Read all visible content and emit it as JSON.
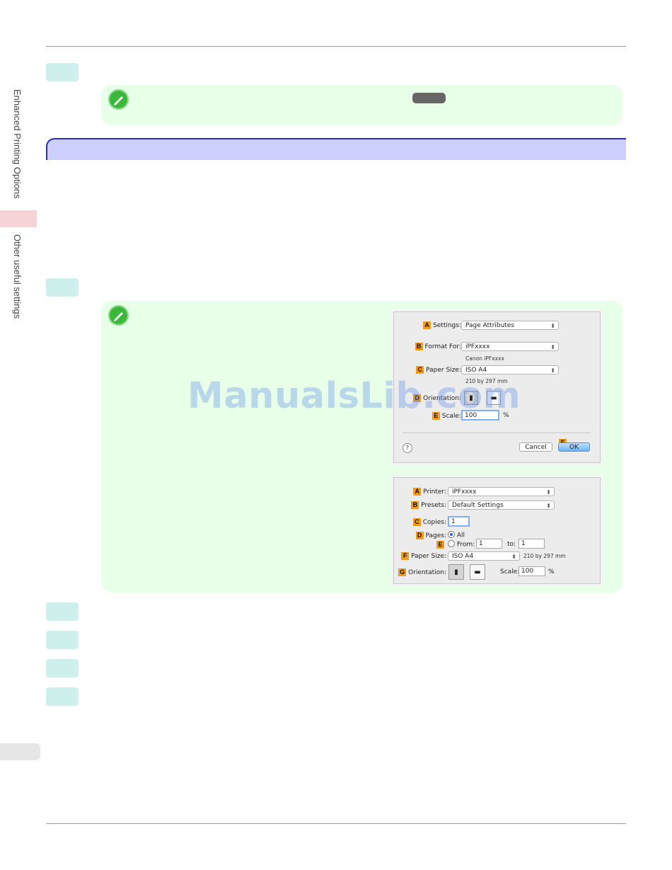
{
  "sidebar": {
    "chapter_label": "Enhanced Printing Options",
    "section_label": "Other useful settings"
  },
  "watermark": "ManualsLib.com",
  "page_setup_dialog": {
    "settings": {
      "tag": "A",
      "label": "Settings:",
      "value": "Page Attributes"
    },
    "format_for": {
      "tag": "B",
      "label": "Format For:",
      "value": "iPFxxxx",
      "sub": "Canon iPFxxxx"
    },
    "paper_size": {
      "tag": "C",
      "label": "Paper Size:",
      "value": "ISO A4",
      "sub": "210 by 297 mm"
    },
    "orientation": {
      "tag": "D",
      "label": "Orientation:"
    },
    "scale": {
      "tag": "E",
      "label": "Scale:",
      "value": "100",
      "unit": "%"
    },
    "help_button": "?",
    "cancel_button": "Cancel",
    "ok_tag": "F",
    "ok_button": "OK"
  },
  "print_dialog": {
    "printer": {
      "tag": "A",
      "label": "Printer:",
      "value": "iPFxxxx"
    },
    "presets": {
      "tag": "B",
      "label": "Presets:",
      "value": "Default Settings"
    },
    "copies": {
      "tag": "C",
      "label": "Copies:",
      "value": "1"
    },
    "pages": {
      "tag": "D",
      "label": "Pages:",
      "all_label": "All"
    },
    "range": {
      "tag": "E",
      "from_label": "From:",
      "from_value": "1",
      "to_label": "to:",
      "to_value": "1"
    },
    "paper_size": {
      "tag": "F",
      "label": "Paper Size:",
      "value": "ISO A4",
      "sub": "210 by 297 mm"
    },
    "orientation": {
      "tag": "G",
      "label": "Orientation:"
    },
    "scale": {
      "label": "Scale:",
      "value": "100",
      "unit": "%"
    }
  }
}
